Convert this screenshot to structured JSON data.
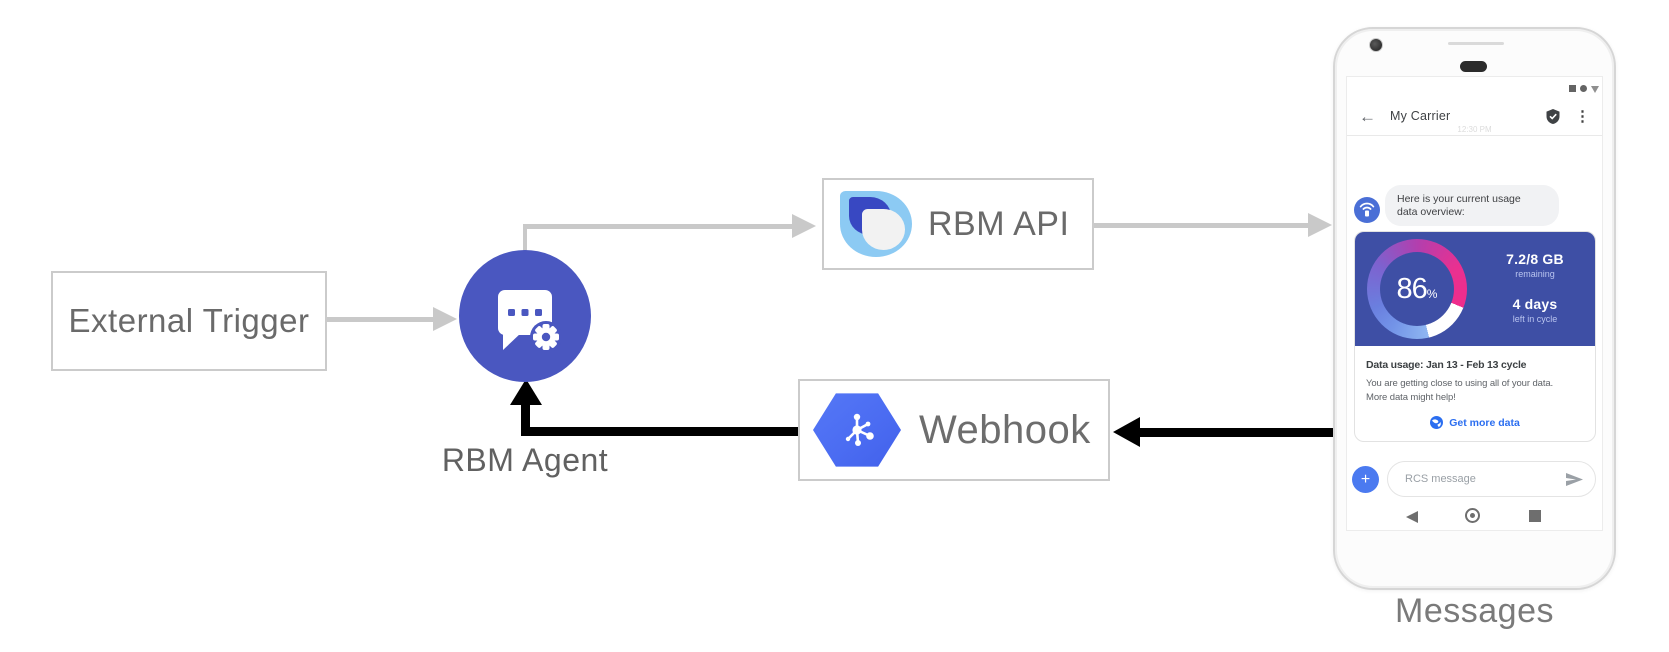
{
  "diagram": {
    "external_trigger_label": "External Trigger",
    "rbm_agent_label": "RBM Agent",
    "rbm_api_label": "RBM API",
    "webhook_label": "Webhook",
    "phone_caption": "Messages"
  },
  "phone": {
    "app_bar": {
      "back_glyph": "←",
      "title": "My Carrier",
      "menu_glyph": "⋮"
    },
    "timestamp": "12:30 PM",
    "bot_message_line1": "Here is your current usage",
    "bot_message_line2": "data overview:",
    "usage_card": {
      "gauge_percent": "86",
      "gauge_percent_sign": "%",
      "remaining_value": "7.2/8 GB",
      "remaining_label": "remaining",
      "cycle_value": "4 days",
      "cycle_label": "left in cycle",
      "title": "Data usage: Jan 13 - Feb 13 cycle",
      "body_line1": "You are getting close to using all of your data.",
      "body_line2": "More data might help!",
      "action_label": "Get more data"
    },
    "compose": {
      "plus_glyph": "+",
      "placeholder": "RCS message"
    }
  },
  "colors": {
    "agent_blue": "#4a57c0",
    "card_indigo": "#3e4fa5",
    "hexagon_blue": "#4a6ef5",
    "api_logo_light_blue": "#8ccaf3",
    "api_logo_dark_blue": "#3848c2",
    "avatar_blue": "#4a6fd6",
    "plus_button_blue": "#4b7af0",
    "link_blue": "#2b6ef0",
    "gauge_pink": "#ef2d8c",
    "gauge_light_blue": "#8fb6f1",
    "arrow_gray": "#c9c9c9",
    "arrow_black": "#000000"
  }
}
